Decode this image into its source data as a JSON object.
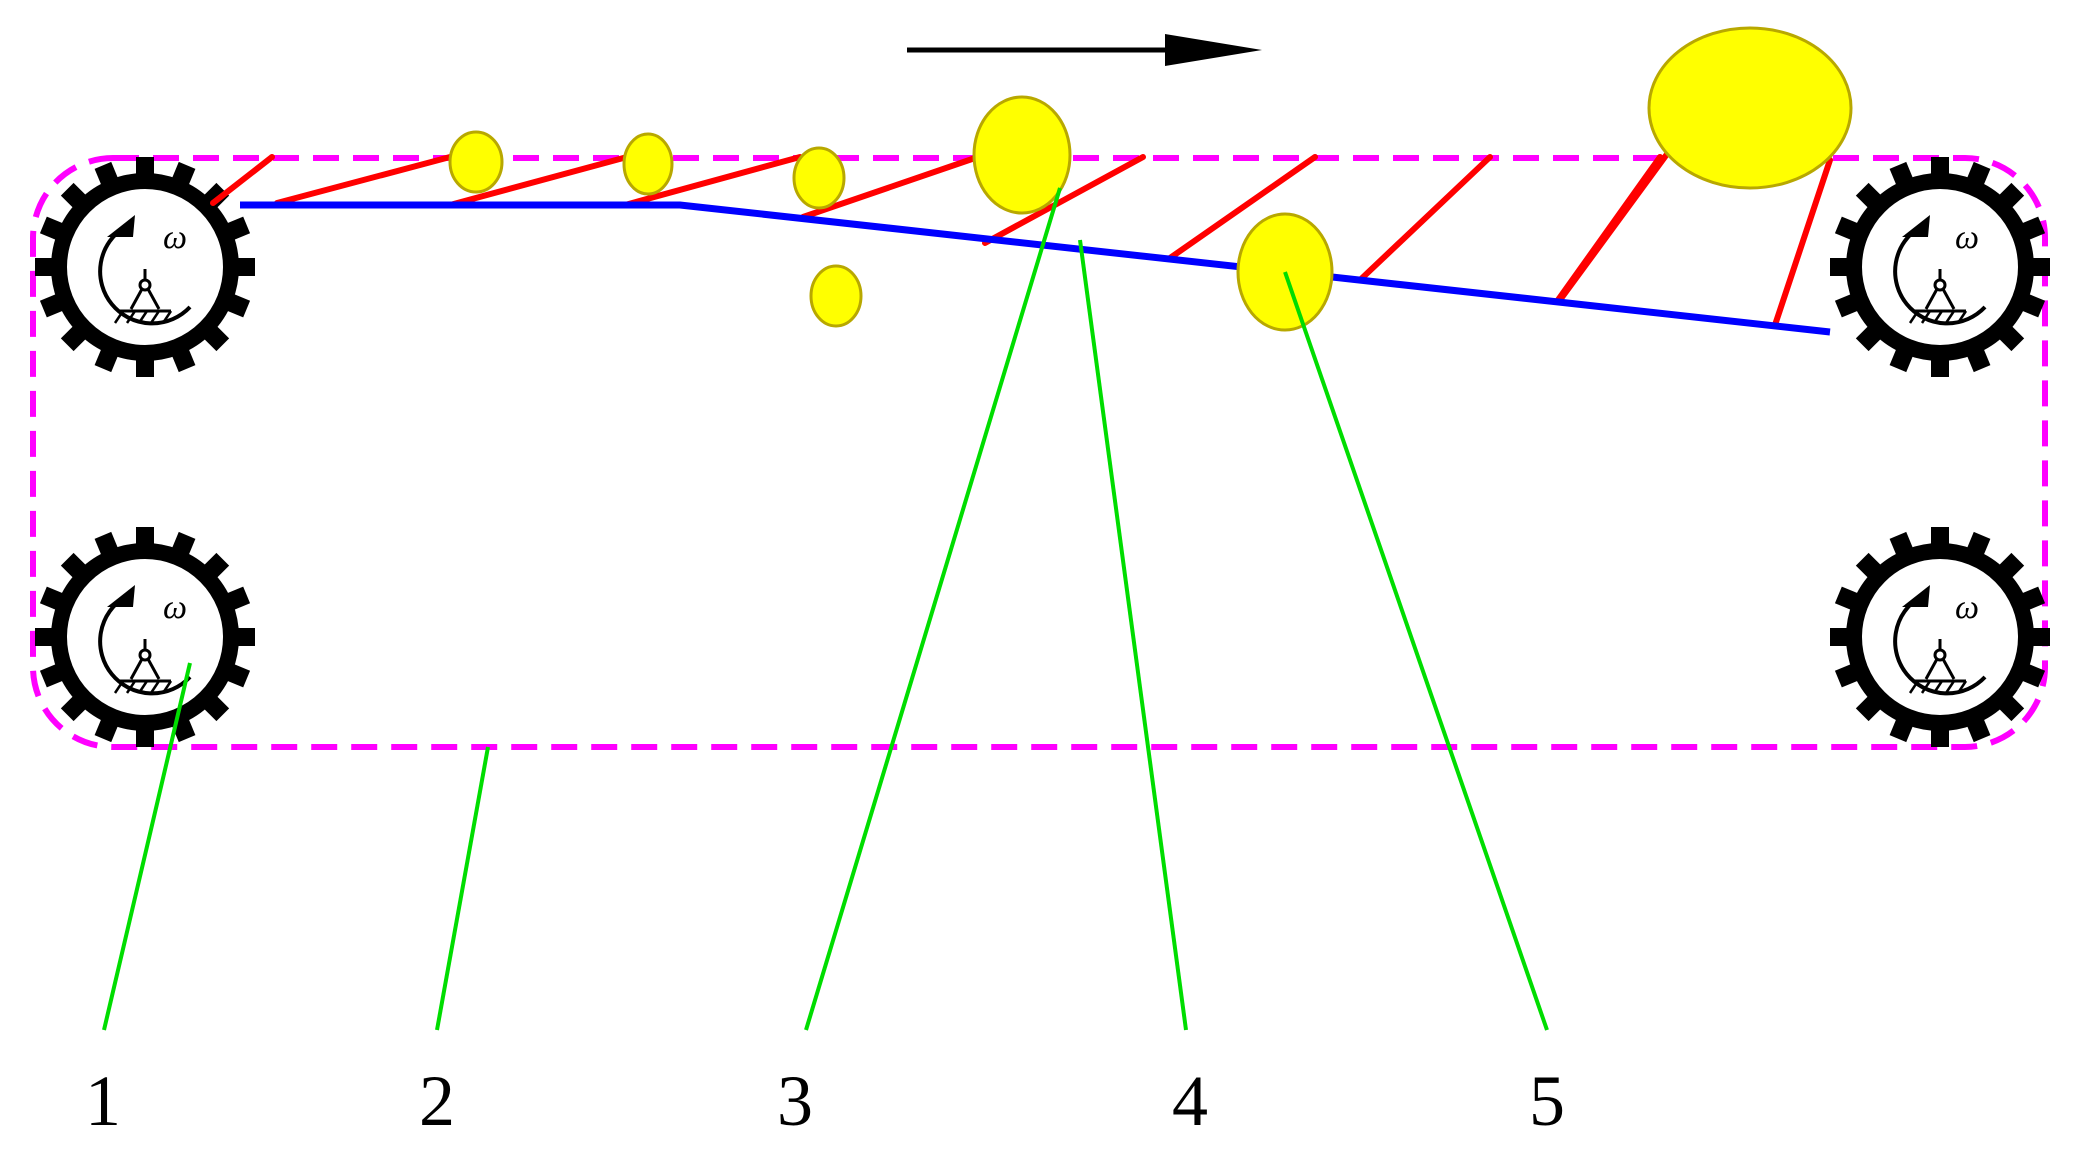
{
  "colors": {
    "belt": "#ff00ff",
    "guide": "#0000ff",
    "fingers": "#ff0000",
    "objects": "#ffff00",
    "objects_stroke": "#b8a800",
    "leader_lines": "#00dd00",
    "sprocket": "#000000"
  },
  "icons": {
    "sprocket": "sprocket-icon",
    "rotation": "rotation-arrow-icon",
    "direction": "direction-arrow-icon"
  },
  "omega_symbol": "ω",
  "labels": [
    "1",
    "2",
    "3",
    "4",
    "5"
  ]
}
